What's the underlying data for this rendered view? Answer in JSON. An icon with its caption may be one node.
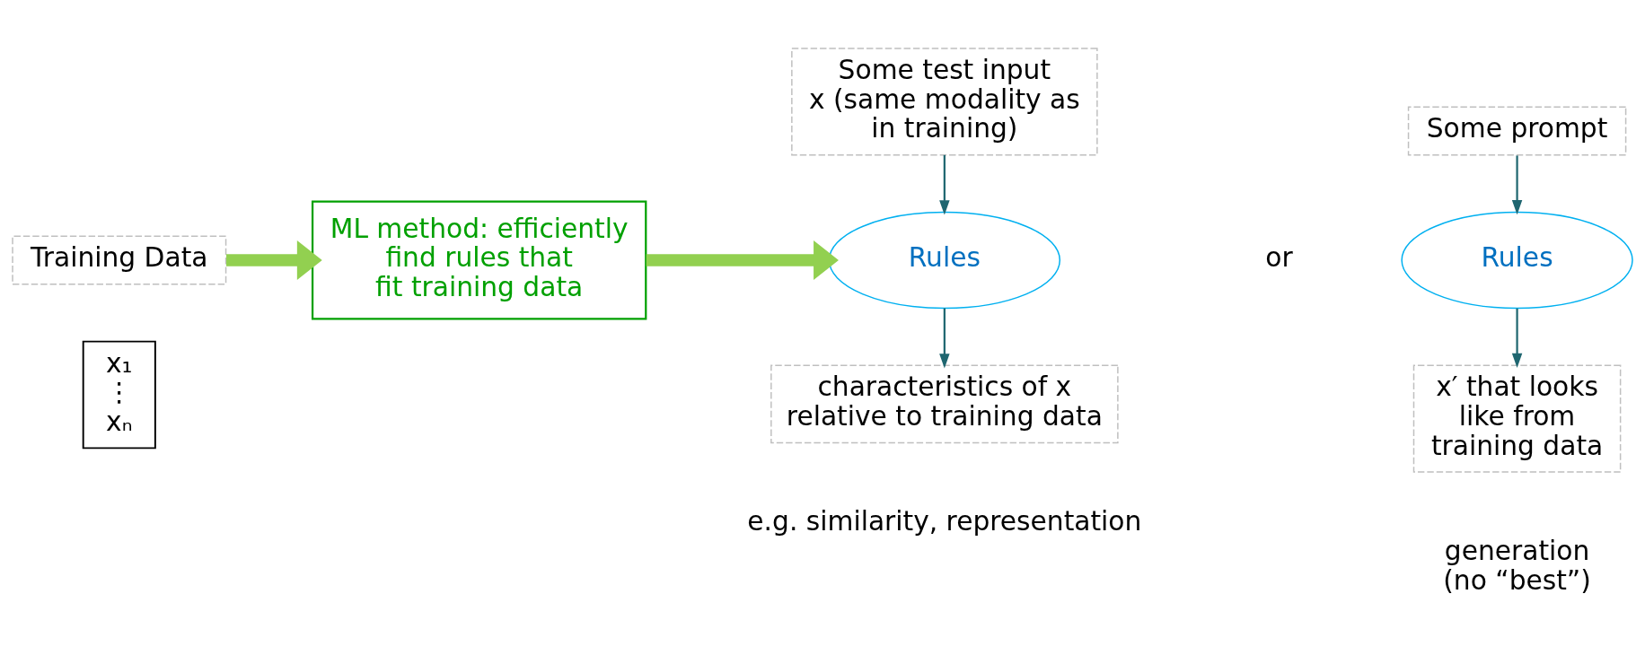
{
  "diagram": {
    "nodes": [
      {
        "text": [
          "Training Data"
        ]
      },
      {
        "text": [
          "x₁ ⋮ xₙ"
        ]
      },
      {
        "text": [
          "ML method: efficiently find rules that fit training data"
        ]
      },
      {
        "text": [
          "Some test input x (same modality as in training)"
        ]
      },
      {
        "text": [
          "Rules"
        ]
      },
      {
        "text": [
          "characteristics of x relative to training data"
        ]
      },
      {
        "text": [
          "Some prompt"
        ]
      },
      {
        "text": [
          "Rules"
        ]
      },
      {
        "text": [
          "x′ that looks like from training data"
        ]
      }
    ],
    "edges": [
      {
        "from": 0,
        "to": 2,
        "arrow": "to",
        "style": "thick",
        "color": "#92d050"
      },
      {
        "from": 2,
        "to": 4,
        "arrow": "to",
        "style": "thick",
        "color": "#92d050"
      },
      {
        "from": 3,
        "to": 4,
        "arrow": "to"
      },
      {
        "from": 4,
        "to": 5,
        "arrow": "to"
      },
      {
        "from": 6,
        "to": 7,
        "arrow": "to"
      },
      {
        "from": 7,
        "to": 8,
        "arrow": "to"
      }
    ],
    "labels": [
      "or",
      "e.g. similarity, representation",
      "generation (no “best”)"
    ]
  }
}
